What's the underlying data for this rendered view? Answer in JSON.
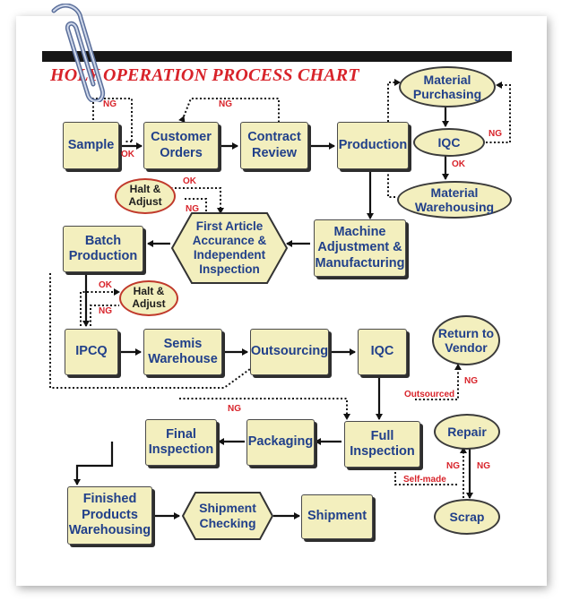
{
  "title": "HOLY OPERATION PROCESS CHART",
  "nodes": {
    "sample": "Sample",
    "customer_orders": "Customer Orders",
    "contract_review": "Contract Review",
    "production": "Production",
    "material_purchasing": "Material Purchasing",
    "iqc_top": "IQC",
    "material_warehousing": "Material Warehousing",
    "halt_adjust_1": "Halt & Adjust",
    "first_article": "First Article Accurance & Independent Inspection",
    "machine_adjustment": "Machine Adjustment & Manufacturing",
    "batch_production": "Batch Production",
    "halt_adjust_2": "Halt & Adjust",
    "ipcq": "IPCQ",
    "semis_warehouse": "Semis Warehouse",
    "outsourcing": "Outsourcing",
    "iqc_mid": "IQC",
    "return_to_vendor": "Return to Vendor",
    "final_inspection": "Final Inspection",
    "packaging": "Packaging",
    "full_inspection": "Full Inspection",
    "repair": "Repair",
    "scrap": "Scrap",
    "finished_products": "Finished Products Warehousing",
    "shipment_checking": "Shipment Checking",
    "shipment": "Shipment"
  },
  "labels": {
    "ng_sample": "NG",
    "ok_sample": "OK",
    "ng_contract": "NG",
    "ng_iqc_top": "NG",
    "ok_iqc_top": "OK",
    "ok_halt1": "OK",
    "ng_halt1": "NG",
    "ok_halt2": "OK",
    "ng_halt2": "NG",
    "ng_outsourcing": "NG",
    "outsourced": "Outsourced",
    "ng_vendor": "NG",
    "self_made": "Self-made",
    "ng_repair_a": "NG",
    "ng_repair_b": "NG"
  }
}
